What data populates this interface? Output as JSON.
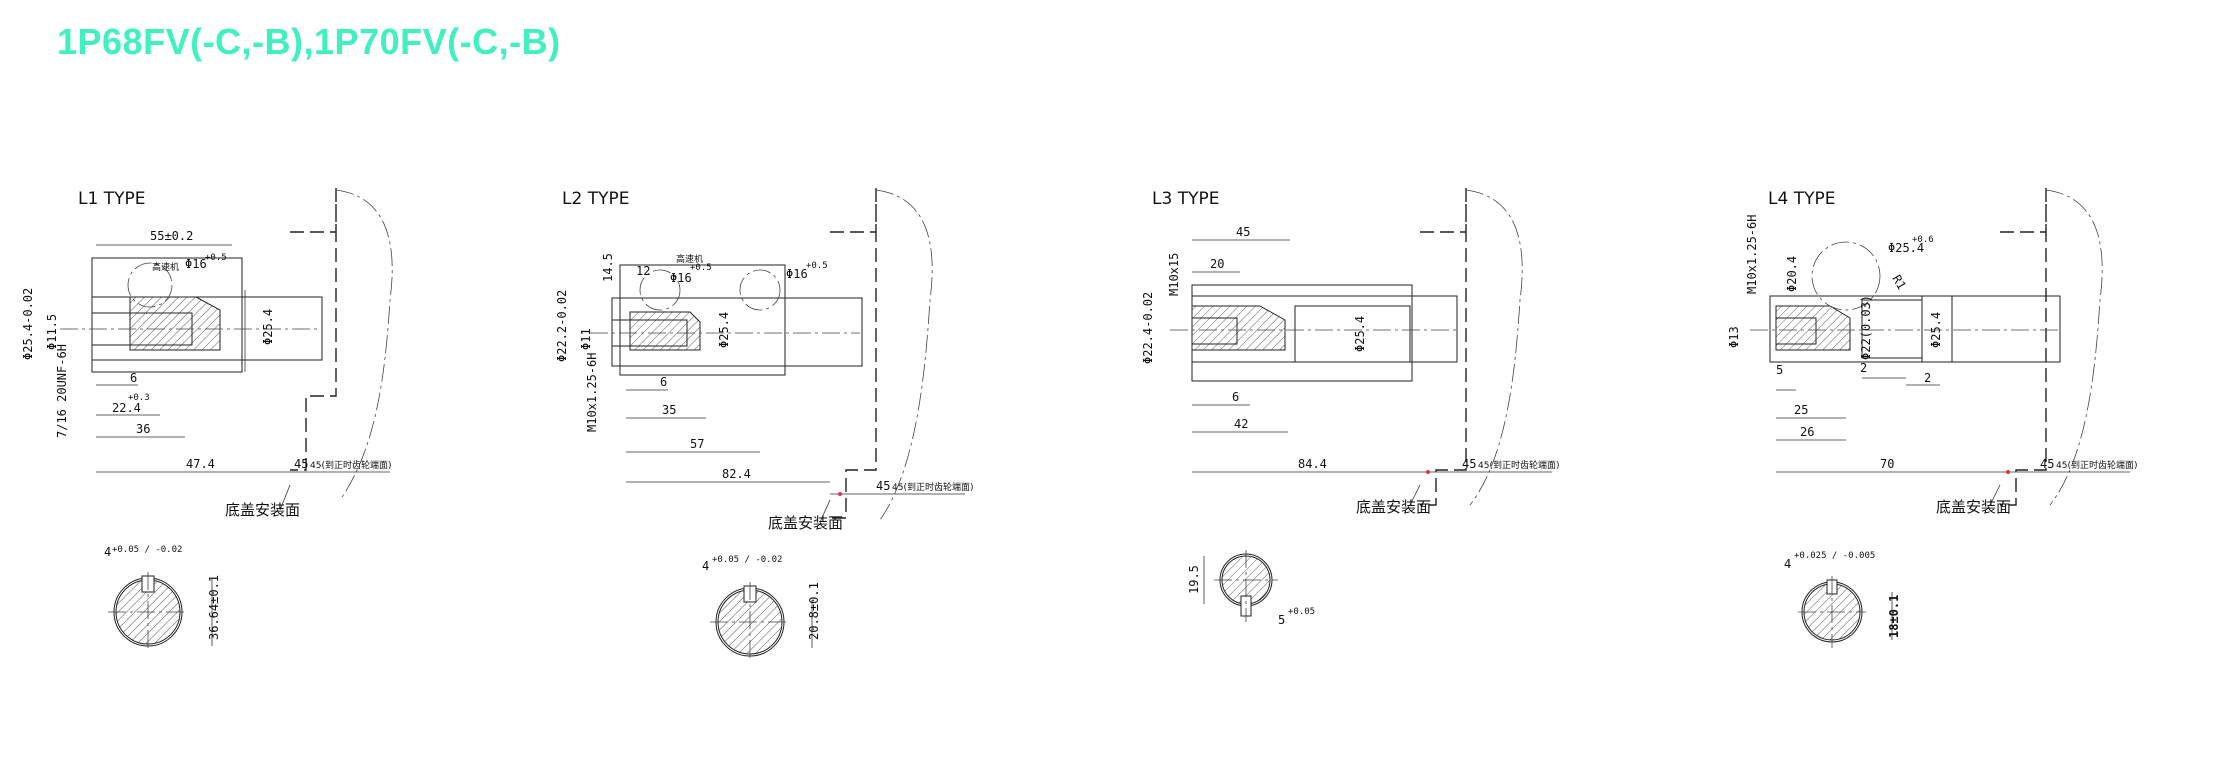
{
  "title": "1P68FV(-C,-B),1P70FV(-C,-B)",
  "colors": {
    "title": "#40f0c0",
    "line": "#222222",
    "marker": "#e0304a"
  },
  "panels": [
    {
      "type_label": "L1  TYPE",
      "note_text": "高速机",
      "base_label": "底盖安装面",
      "seal_label": "45(到正时齿轮端面)",
      "dims": {
        "d_top": "55±0.2",
        "d_phi": "Φ16",
        "d_phi_tol": "+0.5",
        "d_left1": "Φ25.4-0.02",
        "d_left2": "Φ11.5",
        "d_right": "Φ25.4",
        "d_6": "6",
        "d_224": "22.4",
        "d_224_tol": "+0.3",
        "d_36": "36",
        "d_thread": "7/16 20UNF-6H",
        "d_474": "47.4",
        "d_45": "45"
      },
      "key": {
        "width": "4",
        "tol": "+0.05 / -0.02",
        "height": "36.64±0.1"
      }
    },
    {
      "type_label": "L2  TYPE",
      "note_text": "高速机",
      "base_label": "底盖安装面",
      "seal_label": "45(到正时齿轮端面)",
      "dims": {
        "d_145": "14.5",
        "d_12": "12",
        "d_phi": "Φ16",
        "d_phi_tol": "+0.5",
        "d_phi2": "Φ16",
        "d_phi2_tol": "+0.5",
        "d_left1": "Φ22.2-0.02",
        "d_left2": "Φ11",
        "d_right": "Φ25.4",
        "d_6": "6",
        "d_35": "35",
        "d_57": "57",
        "d_thread": "M10x1.25-6H",
        "d_824": "82.4",
        "d_45": "45"
      },
      "key": {
        "width": "4",
        "tol": "+0.05 / -0.02",
        "height": "20.8±0.1"
      }
    },
    {
      "type_label": "L3  TYPE",
      "base_label": "底盖安装面",
      "seal_label": "45(到正时齿轮端面)",
      "dims": {
        "d_45top": "45",
        "d_20": "20",
        "d_thread": "M10x15",
        "d_left1": "Φ22.4-0.02",
        "d_right": "Φ25.4",
        "d_6": "6",
        "d_42": "42",
        "d_844": "84.4",
        "d_45": "45"
      },
      "key": {
        "side": "19.5",
        "width": "5",
        "tol": "+0.05"
      }
    },
    {
      "type_label": "L4  TYPE",
      "base_label": "底盖安装面",
      "seal_label": "45(到正时齿轮端面)",
      "dims": {
        "d_thread": "M10x1.25-6H",
        "d_phi_top": "Φ25.4",
        "d_phi_top_tol": "+0.6",
        "d_phi20": "Φ20.4",
        "d_left": "Φ13",
        "d_mid": "Φ22(0.03)",
        "d_right": "Φ25.4",
        "d_r": "R1",
        "d_2a": "2",
        "d_2b": "2",
        "d_5": "5",
        "d_25": "25",
        "d_26": "26",
        "d_70": "70",
        "d_45": "45"
      },
      "key": {
        "width": "4",
        "tol": "+0.025 / -0.005",
        "height": "18±0.1"
      }
    }
  ]
}
